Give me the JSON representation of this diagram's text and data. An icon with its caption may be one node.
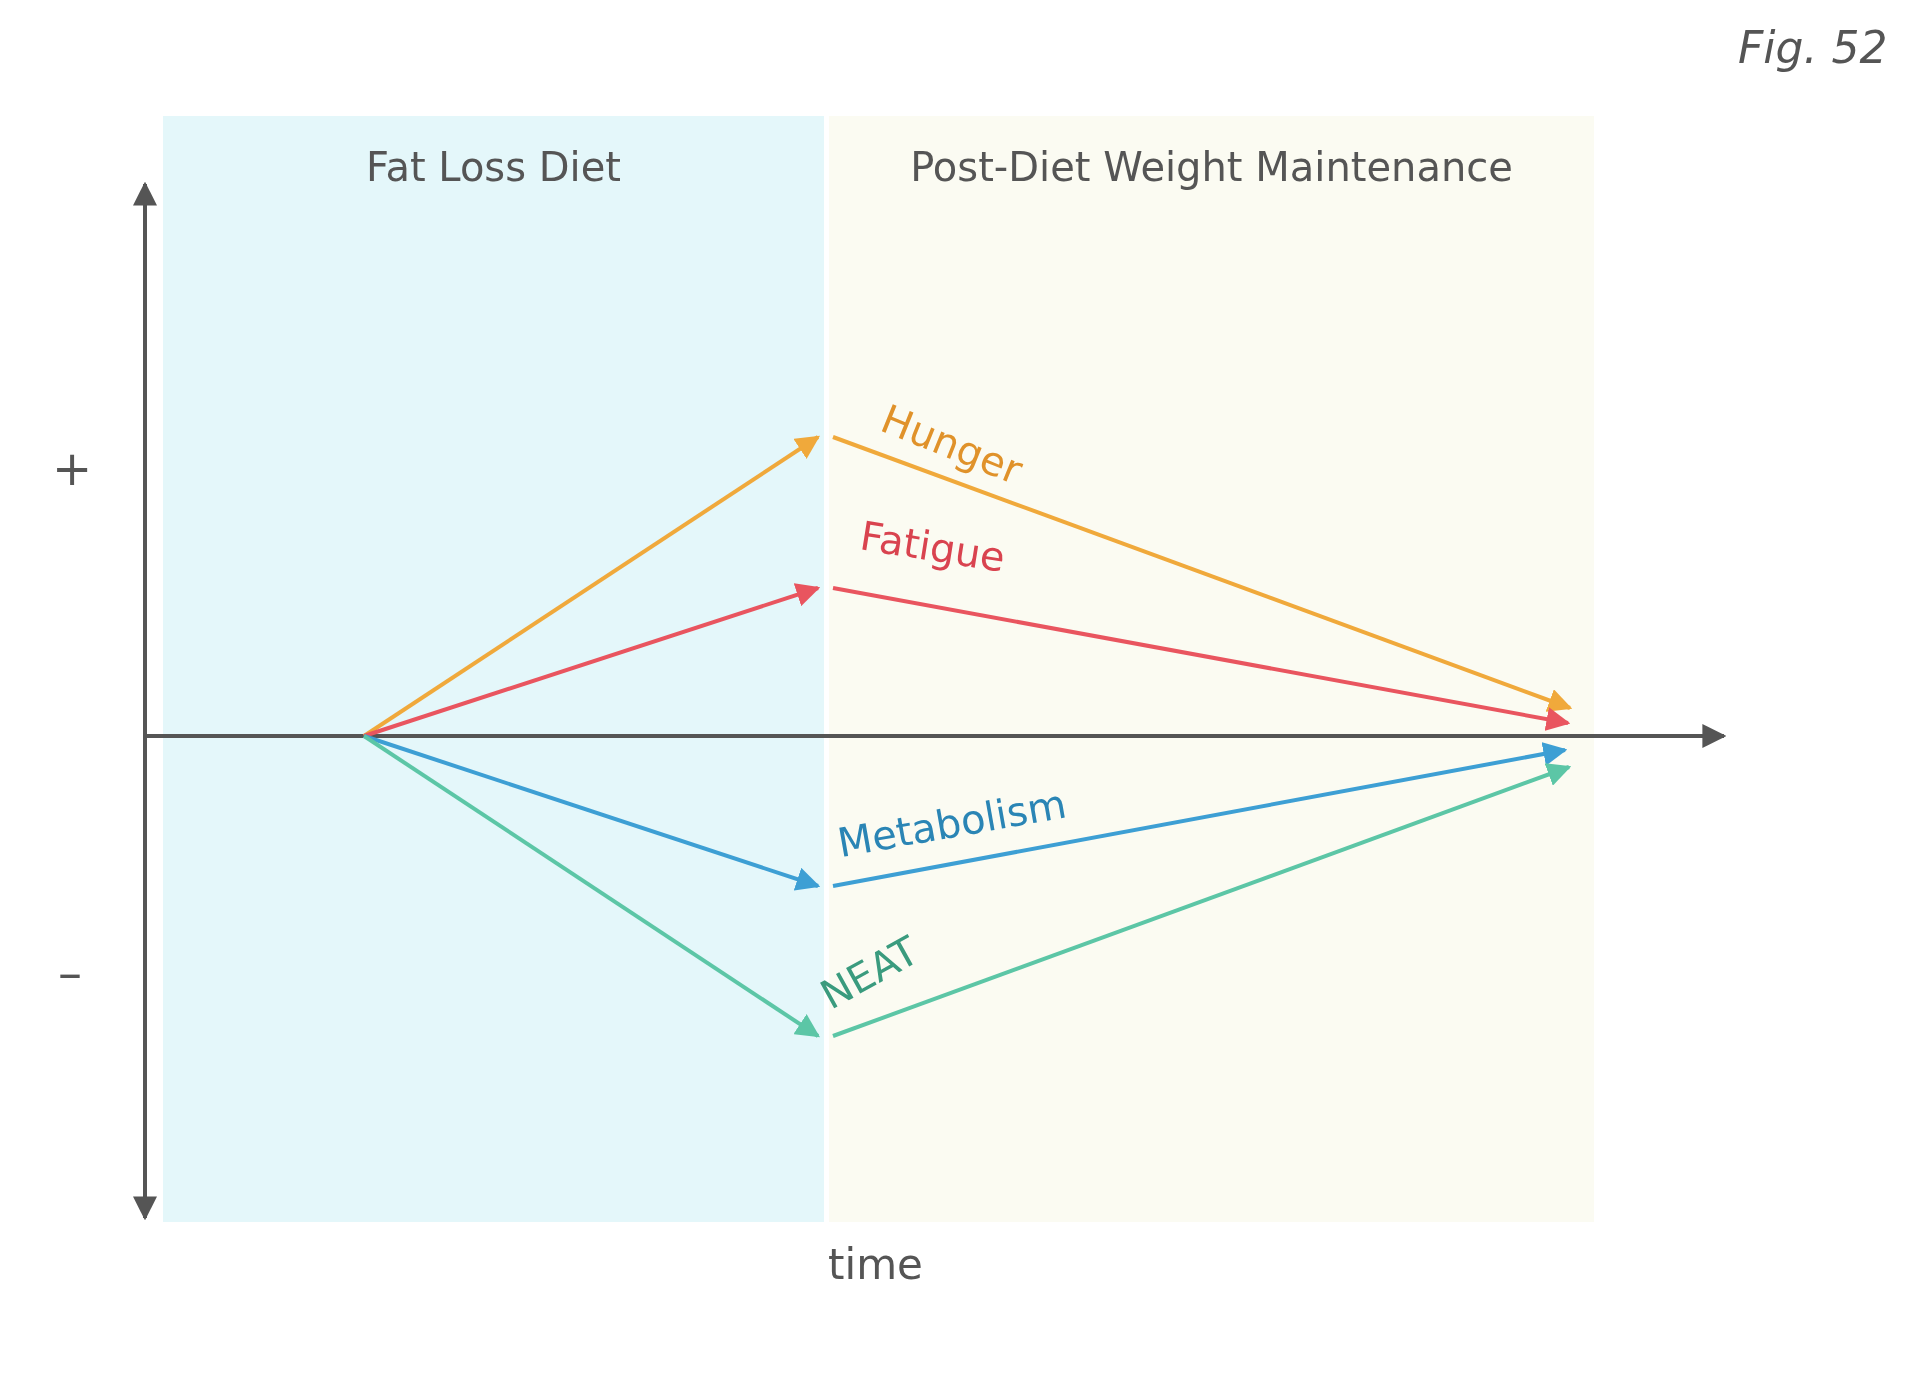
{
  "diagram": {
    "nodes": [
      {
        "text": [
          "Fat Loss Diet"
        ]
      },
      {
        "text": [
          "Post-Diet Weight Maintenance"
        ]
      }
    ],
    "labels": [
      "Fig. 52",
      "+",
      "Hunger",
      "Fatigue",
      "Metabolism",
      "NEAT",
      "–",
      "time"
    ]
  }
}
